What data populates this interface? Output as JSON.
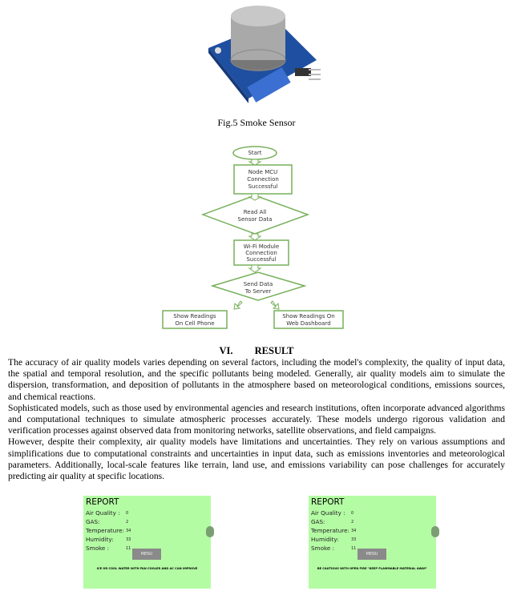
{
  "figure5": {
    "caption": "Fig.5 Smoke Sensor"
  },
  "flowchart": {
    "start": "Start",
    "node_mcu": [
      "Node MCU",
      "Connection",
      "Successful"
    ],
    "read": [
      "Read All",
      "Sensor Data"
    ],
    "wifi": [
      "Wi-Fi Module",
      "Connection",
      "Successful"
    ],
    "send": [
      "Send Data",
      "To Server"
    ],
    "phone": [
      "Show Readings",
      "On Cell Phone"
    ],
    "web": [
      "Show Readings On",
      "Web Dashboard"
    ]
  },
  "section": {
    "number": "VI.",
    "title": "RESULT"
  },
  "paragraphs": [
    " The accuracy of air quality models varies depending on several factors, including the model's complexity, the quality of input data, the spatial and temporal resolution, and the specific pollutants being modeled. Generally, air quality models aim to simulate the dispersion, transformation, and deposition of pollutants in the atmosphere based on meteorological conditions, emissions sources, and chemical reactions.",
    "Sophisticated models, such as those used by environmental agencies and research institutions, often incorporate advanced algorithms and computational techniques to simulate atmospheric processes accurately. These models undergo rigorous validation and verification processes against observed data from monitoring networks, satellite observations, and field campaigns.",
    "However, despite their complexity, air quality models have limitations and uncertainties. They rely on various assumptions and simplifications due to computational constraints and uncertainties in input data, such as emissions inventories and meteorological parameters. Additionally, local-scale features like terrain, land use, and emissions variability can pose challenges for accurately predicting air quality at specific locations."
  ],
  "reports": [
    {
      "title": "REPORT",
      "labels": [
        "Air Quality :",
        "GAS:",
        "Temperature:",
        "Humidity:",
        "Smoke :"
      ],
      "values": [
        "0",
        "2",
        "34",
        "33",
        "11"
      ],
      "menu": "MENU",
      "message": "ICE OR COOL WATER WITH FAN COOLER AND AC CAN IMPROVE"
    },
    {
      "title": "REPORT",
      "labels": [
        "Air Quality :",
        "GAS:",
        "Temperature:",
        "Humidity:",
        "Smoke :"
      ],
      "values": [
        "0",
        "2",
        "34",
        "33",
        "11"
      ],
      "menu": "MENU",
      "message": "BE CAUTIOUS WITH OPEN FIRE \"KEEP FLAMMABLE MATERIAL AWAY\""
    }
  ]
}
